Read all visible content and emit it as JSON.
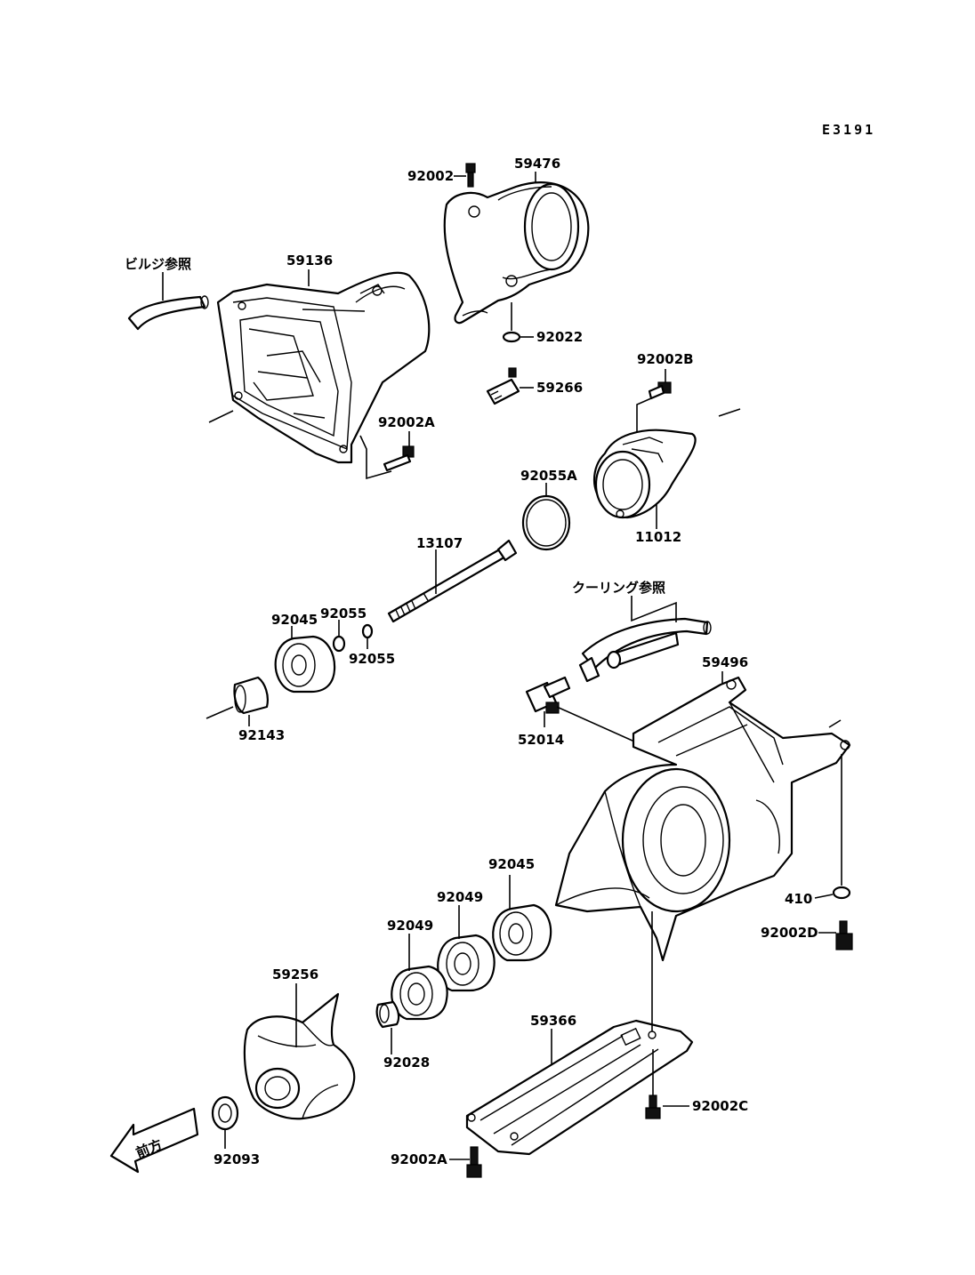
{
  "diagram_code": "E3191",
  "references": {
    "bilge": "ビルジ参照",
    "cooling": "クーリング参照"
  },
  "front_direction": "前方",
  "parts": {
    "p92002": "92002",
    "p59476": "59476",
    "p59136": "59136",
    "p92022": "92022",
    "p59266": "59266",
    "p92002B": "92002B",
    "p92002A_top": "92002A",
    "p92055A": "92055A",
    "p11012": "11012",
    "p13107": "13107",
    "p92045_left": "92045",
    "p92055_a": "92055",
    "p92055_b": "92055",
    "p92143": "92143",
    "p59496": "59496",
    "p52014": "52014",
    "p92045_right": "92045",
    "p92049_a": "92049",
    "p92049_b": "92049",
    "p410": "410",
    "p92002D": "92002D",
    "p59256": "59256",
    "p92028": "92028",
    "p59366": "59366",
    "p92002C": "92002C",
    "p92093": "92093",
    "p92002A_bottom": "92002A"
  }
}
